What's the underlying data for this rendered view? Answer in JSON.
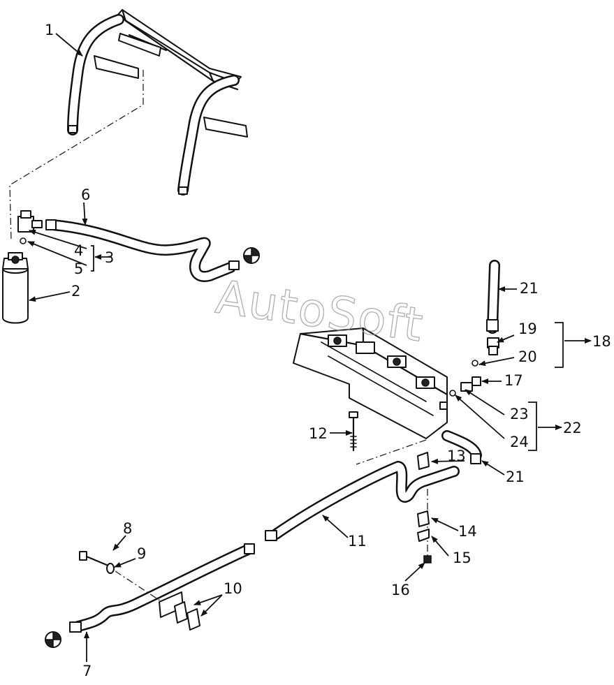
{
  "watermark": "AutoSoft",
  "callouts": [
    {
      "id": "c1",
      "label": "1"
    },
    {
      "id": "c2",
      "label": "2"
    },
    {
      "id": "c3",
      "label": "3"
    },
    {
      "id": "c4",
      "label": "4"
    },
    {
      "id": "c5",
      "label": "5"
    },
    {
      "id": "c6",
      "label": "6"
    },
    {
      "id": "c7",
      "label": "7"
    },
    {
      "id": "c8",
      "label": "8"
    },
    {
      "id": "c9",
      "label": "9"
    },
    {
      "id": "c10",
      "label": "10"
    },
    {
      "id": "c11",
      "label": "11"
    },
    {
      "id": "c12",
      "label": "12"
    },
    {
      "id": "c13",
      "label": "13"
    },
    {
      "id": "c14",
      "label": "14"
    },
    {
      "id": "c15",
      "label": "15"
    },
    {
      "id": "c16",
      "label": "16"
    },
    {
      "id": "c17",
      "label": "17"
    },
    {
      "id": "c18",
      "label": "18"
    },
    {
      "id": "c19",
      "label": "19"
    },
    {
      "id": "c20",
      "label": "20"
    },
    {
      "id": "c21a",
      "label": "21"
    },
    {
      "id": "c21b",
      "label": "21"
    },
    {
      "id": "c22",
      "label": "22"
    },
    {
      "id": "c23",
      "label": "23"
    },
    {
      "id": "c24",
      "label": "24"
    }
  ]
}
